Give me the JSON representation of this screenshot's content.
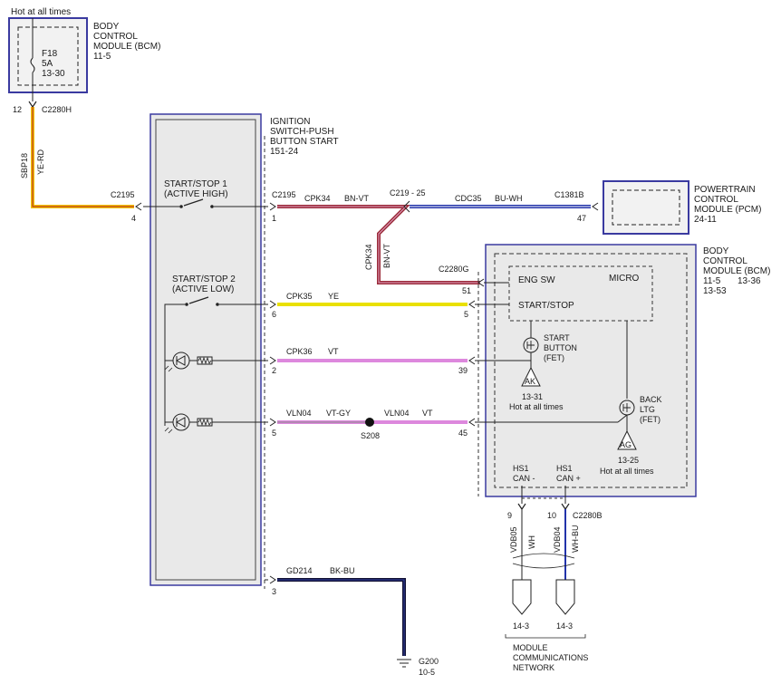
{
  "hot_top": "Hot at all times",
  "fuse": {
    "name": "F18",
    "rating": "5A",
    "ref": "13-30"
  },
  "bcm_top": {
    "line1": "BODY",
    "line2": "CONTROL",
    "line3": "MODULE (BCM)",
    "line4": "11-5"
  },
  "c2280h": {
    "pin": "12",
    "name": "C2280H"
  },
  "wire_sbp18": {
    "circuit": "SBP18",
    "color": "YE-RD"
  },
  "ignition": {
    "line1": "IGNITION",
    "line2": "SWITCH-PUSH",
    "line3": "BUTTON START",
    "line4": "151-24"
  },
  "start_stop1": {
    "line1": "START/STOP 1",
    "line2": "(ACTIVE HIGH)"
  },
  "start_stop2": {
    "line1": "START/STOP 2",
    "line2": "(ACTIVE LOW)"
  },
  "c2195_left": {
    "name": "C2195",
    "pin": "4"
  },
  "c2195_right": {
    "name": "C2195",
    "pin": "1"
  },
  "wire_cpk34": {
    "circuit": "CPK34",
    "color": "BN-VT"
  },
  "splice_c219": {
    "label": "C219 - 25"
  },
  "wire_cdc35": {
    "circuit": "CDC35",
    "color": "BU-WH"
  },
  "c1381b": {
    "name": "C1381B",
    "pin": "47"
  },
  "pcm": {
    "line1": "POWERTRAIN",
    "line2": "CONTROL",
    "line3": "MODULE (PCM)",
    "line4": "24-11"
  },
  "bcm_right": {
    "line1": "BODY",
    "line2": "CONTROL",
    "line3": "MODULE (BCM)",
    "line4": "11-5",
    "line4b": "13-36",
    "line5": "13-53"
  },
  "c2280g": {
    "name": "C2280G",
    "pin51": "51"
  },
  "micro": {
    "eng_sw": "ENG SW",
    "micro": "MICRO",
    "start_stop": "START/STOP"
  },
  "wire_cpk35": {
    "circuit": "CPK35",
    "color": "YE",
    "pin_left": "6",
    "pin_right": "5"
  },
  "wire_cpk36": {
    "circuit": "CPK36",
    "color": "VT",
    "pin_left": "2",
    "pin_right": "39"
  },
  "wire_vln04a": {
    "circuit": "VLN04",
    "color": "VT-GY",
    "pin_left": "5"
  },
  "wire_vln04b": {
    "circuit": "VLN04",
    "color": "VT",
    "pin_right": "45"
  },
  "splice_s208": {
    "name": "S208"
  },
  "start_button": {
    "line1": "START",
    "line2": "BUTTON",
    "line3": "(FET)",
    "gnd": "AK",
    "ref": "13-31",
    "hot": "Hot at all times"
  },
  "back_ltg": {
    "line1": "BACK",
    "line2": "LTG",
    "line3": "(FET)",
    "gnd": "AG",
    "ref": "13-25",
    "hot": "Hot at all times"
  },
  "hs1_minus": {
    "line1": "HS1",
    "line2": "CAN -",
    "pin": "9",
    "circuit": "VDB05",
    "color": "WH"
  },
  "hs1_plus": {
    "line1": "HS1",
    "line2": "CAN +",
    "pin": "10",
    "circuit": "VDB04",
    "color": "WH-BU"
  },
  "c2280b": {
    "name": "C2280B"
  },
  "wire_gd214": {
    "circuit": "GD214",
    "color": "BK-BU",
    "pin": "3"
  },
  "g200": {
    "name": "G200",
    "ref": "10-5"
  },
  "mcn": {
    "ref_left": "14-3",
    "ref_right": "14-3",
    "line1": "MODULE",
    "line2": "COMMUNICATIONS",
    "line3": "NETWORK"
  },
  "colors": {
    "yellow_red": "#f2c200",
    "brown_violet": "#9b2c3a",
    "blue_white": "#2233aa",
    "yellow": "#e9e000",
    "violet": "#dd88dd",
    "black_blue": "#111133",
    "module_border": "#3a3aa0"
  }
}
